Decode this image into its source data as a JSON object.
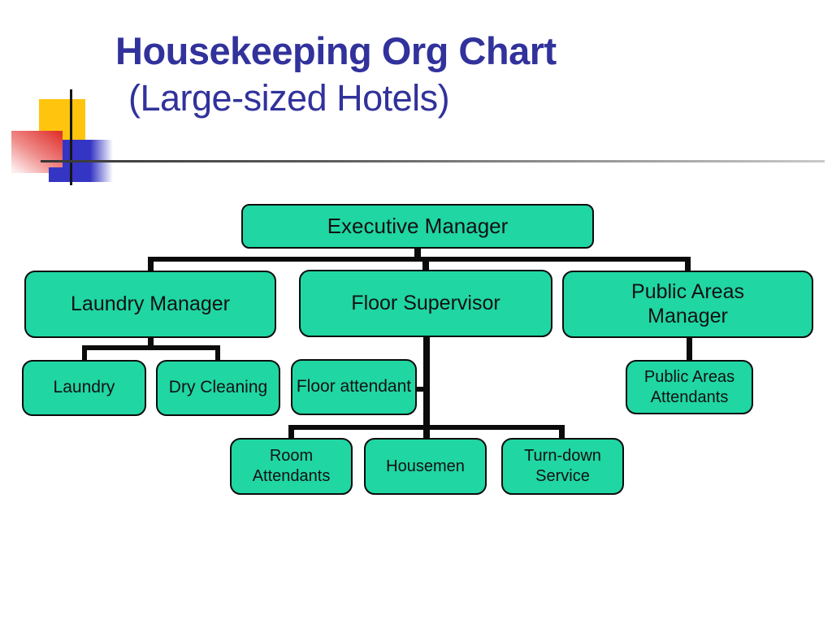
{
  "title": {
    "line1": "Housekeeping Org Chart",
    "line2": "(Large-sized Hotels)"
  },
  "theme": {
    "title-color": "#31329b",
    "box-fill": "#20d6a3",
    "decor-yellow": "#ffc40e",
    "decor-blue": "#3535c4",
    "connector-color": "#0b0b0b"
  },
  "chart": {
    "type": "org-chart",
    "nodes": {
      "executive_manager": "Executive Manager",
      "laundry_manager": "Laundry Manager",
      "floor_supervisor": "Floor Supervisor",
      "public_areas_manager": "Public Areas Manager",
      "laundry": "Laundry",
      "dry_cleaning": "Dry Cleaning",
      "floor_attendant": "Floor attendant",
      "room_attendants": "Room Attendants",
      "housemen": "Housemen",
      "turn_down_service": "Turn-down Service",
      "public_areas_attendants": "Public Areas Attendants"
    },
    "edges": [
      [
        "executive_manager",
        "laundry_manager"
      ],
      [
        "executive_manager",
        "floor_supervisor"
      ],
      [
        "executive_manager",
        "public_areas_manager"
      ],
      [
        "laundry_manager",
        "laundry"
      ],
      [
        "laundry_manager",
        "dry_cleaning"
      ],
      [
        "floor_supervisor",
        "floor_attendant"
      ],
      [
        "floor_supervisor",
        "room_attendants"
      ],
      [
        "floor_supervisor",
        "housemen"
      ],
      [
        "floor_supervisor",
        "turn_down_service"
      ],
      [
        "public_areas_manager",
        "public_areas_attendants"
      ]
    ]
  }
}
